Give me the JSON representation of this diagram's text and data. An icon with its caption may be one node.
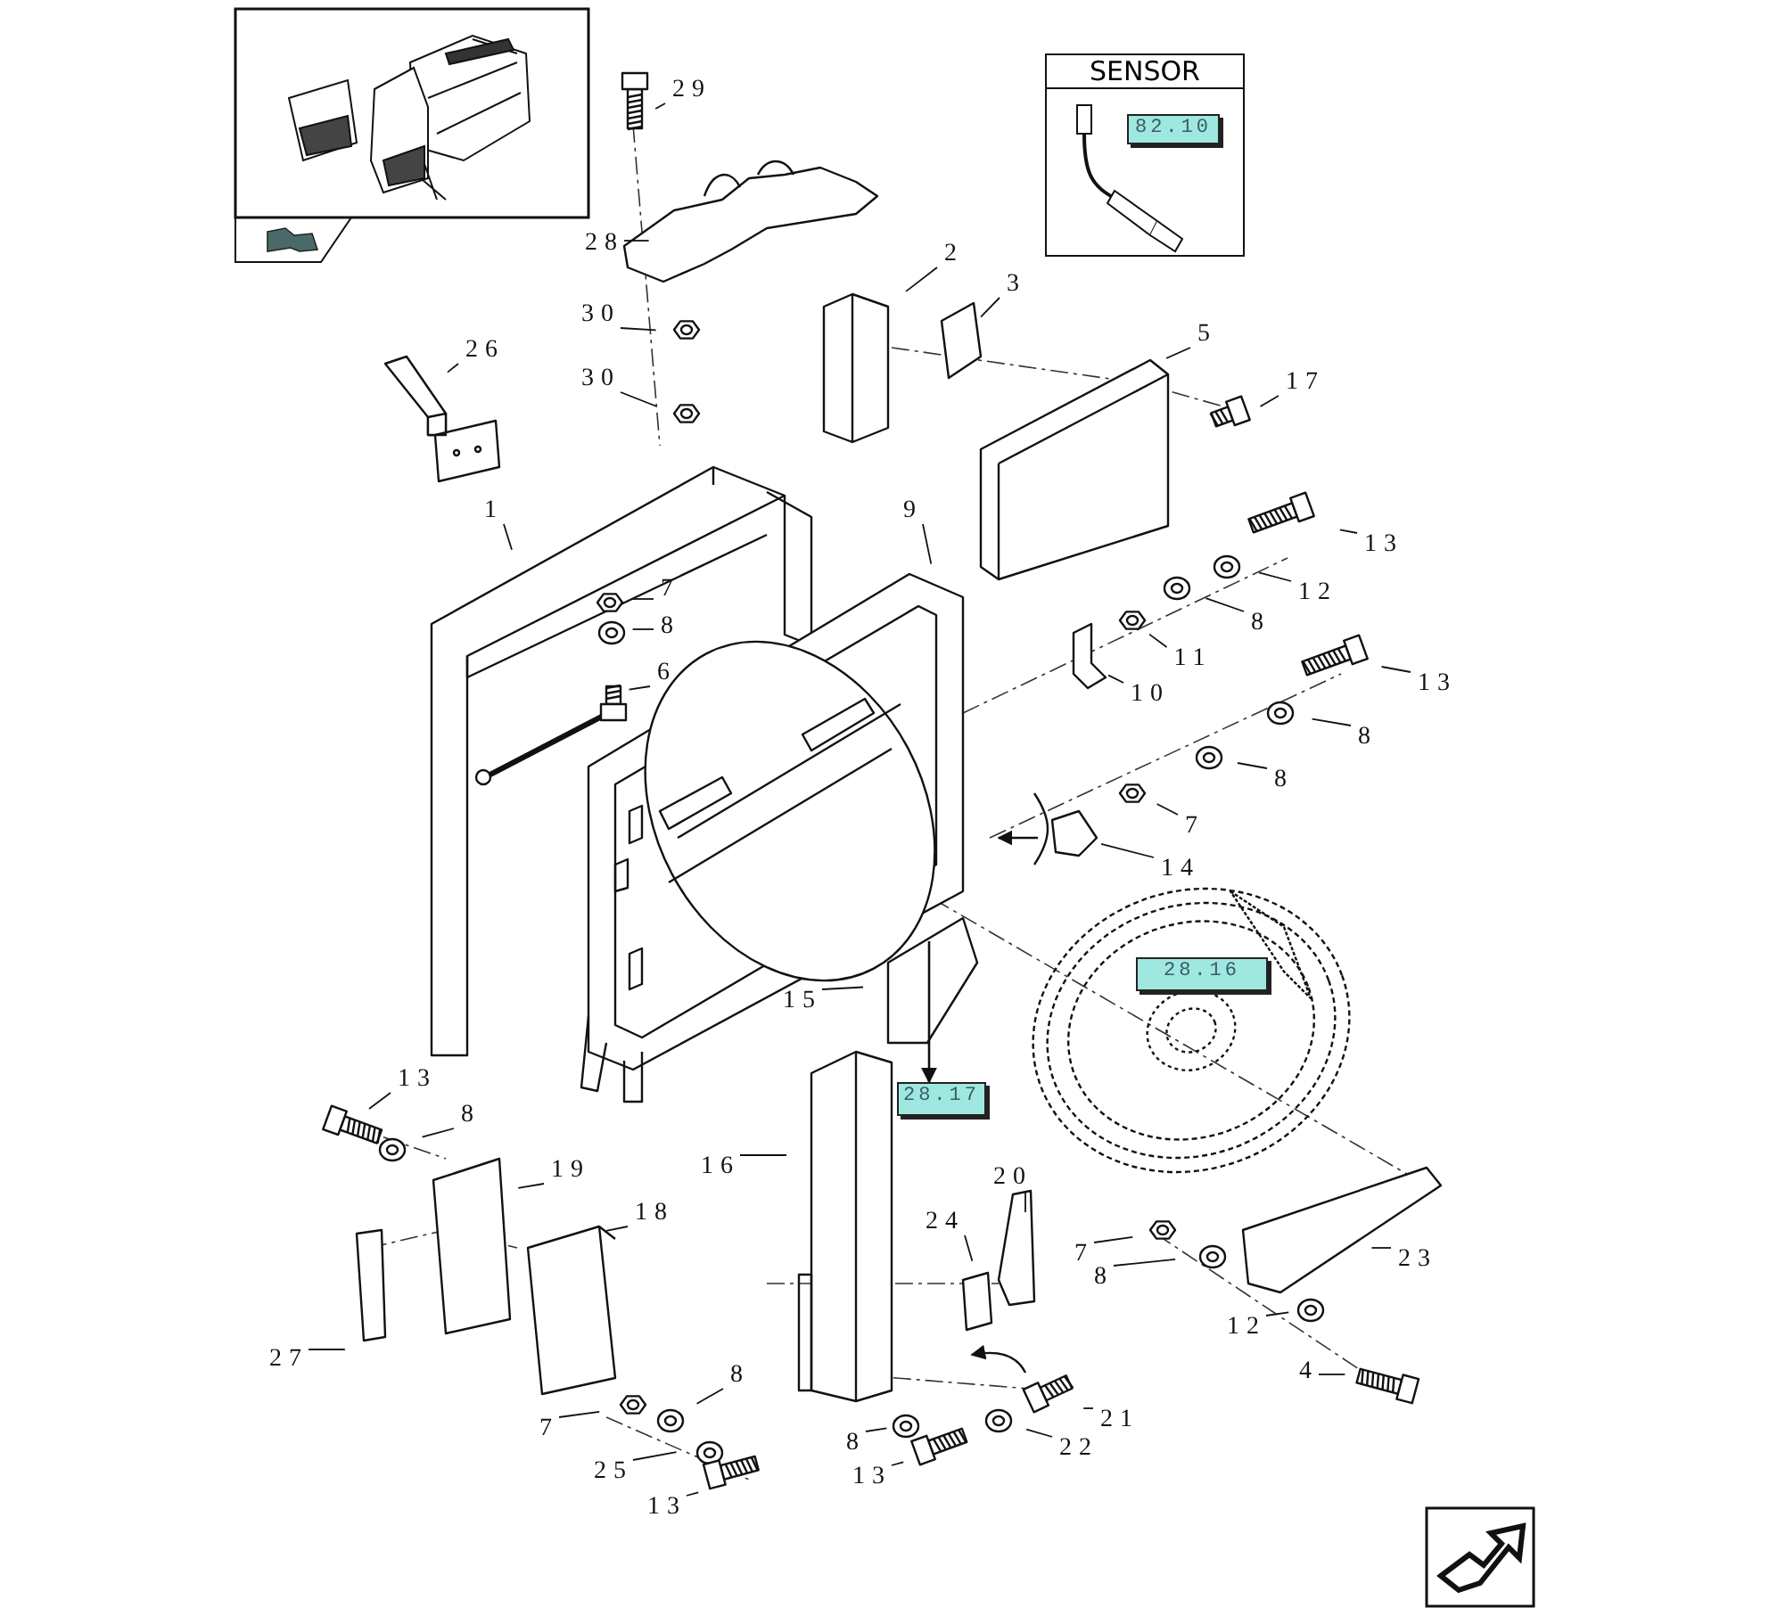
{
  "diagram": {
    "nodes": [
      {
        "text": [
          "SENSOR"
        ]
      },
      {
        "text": [
          "82.10"
        ],
        "in": 0
      },
      {
        "text": [
          "29"
        ]
      },
      {
        "text": [
          "28"
        ]
      },
      {
        "text": [
          "2"
        ]
      },
      {
        "text": [
          "3"
        ]
      },
      {
        "text": [
          "30"
        ]
      },
      {
        "text": [
          "5"
        ]
      },
      {
        "text": [
          "26"
        ]
      },
      {
        "text": [
          "30"
        ]
      },
      {
        "text": [
          "17"
        ]
      },
      {
        "text": [
          "1"
        ]
      },
      {
        "text": [
          "9"
        ]
      },
      {
        "text": [
          "13"
        ]
      },
      {
        "text": [
          "7"
        ]
      },
      {
        "text": [
          "8"
        ]
      },
      {
        "text": [
          "12"
        ]
      },
      {
        "text": [
          "8"
        ]
      },
      {
        "text": [
          "11"
        ]
      },
      {
        "text": [
          "6"
        ]
      },
      {
        "text": [
          "10"
        ]
      },
      {
        "text": [
          "13"
        ]
      },
      {
        "text": [
          "8"
        ]
      },
      {
        "text": [
          "8"
        ]
      },
      {
        "text": [
          "7"
        ]
      },
      {
        "text": [
          "14"
        ]
      },
      {
        "text": [
          "28.16"
        ]
      },
      {
        "text": [
          "15"
        ]
      },
      {
        "text": [
          "28.17"
        ]
      },
      {
        "text": [
          "13"
        ]
      },
      {
        "text": [
          "8"
        ]
      },
      {
        "text": [
          "16"
        ]
      },
      {
        "text": [
          "19"
        ]
      },
      {
        "text": [
          "20"
        ]
      },
      {
        "text": [
          "18"
        ]
      },
      {
        "text": [
          "24"
        ]
      },
      {
        "text": [
          "7"
        ]
      },
      {
        "text": [
          "23"
        ]
      },
      {
        "text": [
          "8"
        ]
      },
      {
        "text": [
          "12"
        ]
      },
      {
        "text": [
          "27"
        ]
      },
      {
        "text": [
          "4"
        ]
      },
      {
        "text": [
          "8"
        ]
      },
      {
        "text": [
          "8"
        ]
      },
      {
        "text": [
          "21"
        ]
      },
      {
        "text": [
          "7"
        ]
      },
      {
        "text": [
          "22"
        ]
      },
      {
        "text": [
          "25"
        ]
      },
      {
        "text": [
          "13"
        ]
      },
      {
        "text": [
          "13"
        ]
      }
    ],
    "edges": [
      {
        "from": 2,
        "to": null,
        "arrow": "none"
      },
      {
        "from": 3,
        "to": null,
        "arrow": "none"
      },
      {
        "from": 4,
        "to": null,
        "arrow": "none"
      },
      {
        "from": 5,
        "to": null,
        "arrow": "none"
      },
      {
        "from": 6,
        "to": null,
        "arrow": "none"
      },
      {
        "from": 7,
        "to": null,
        "arrow": "none"
      },
      {
        "from": 8,
        "to": null,
        "arrow": "none"
      },
      {
        "from": 9,
        "to": null,
        "arrow": "none"
      },
      {
        "from": 10,
        "to": null,
        "arrow": "none"
      },
      {
        "from": 11,
        "to": null,
        "arrow": "none"
      },
      {
        "from": 12,
        "to": null,
        "arrow": "none"
      },
      {
        "from": 13,
        "to": null,
        "arrow": "none"
      },
      {
        "from": 14,
        "to": null,
        "arrow": "none"
      },
      {
        "from": 15,
        "to": null,
        "arrow": "none"
      },
      {
        "from": 16,
        "to": null,
        "arrow": "none"
      },
      {
        "from": 17,
        "to": null,
        "arrow": "none"
      },
      {
        "from": 18,
        "to": null,
        "arrow": "none"
      },
      {
        "from": 19,
        "to": null,
        "arrow": "none"
      },
      {
        "from": 20,
        "to": null,
        "arrow": "none"
      },
      {
        "from": 21,
        "to": null,
        "arrow": "none"
      },
      {
        "from": 22,
        "to": null,
        "arrow": "none"
      },
      {
        "from": 23,
        "to": null,
        "arrow": "none"
      },
      {
        "from": 24,
        "to": null,
        "arrow": "none"
      },
      {
        "from": 25,
        "to": null,
        "arrow": "none"
      },
      {
        "from": 27,
        "to": null,
        "arrow": "none"
      },
      {
        "from": 29,
        "to": null,
        "arrow": "none"
      },
      {
        "from": 30,
        "to": null,
        "arrow": "none"
      },
      {
        "from": 31,
        "to": null,
        "arrow": "none"
      },
      {
        "from": 32,
        "to": null,
        "arrow": "none"
      },
      {
        "from": 33,
        "to": null,
        "arrow": "none"
      },
      {
        "from": 34,
        "to": null,
        "arrow": "none"
      },
      {
        "from": 35,
        "to": null,
        "arrow": "none"
      },
      {
        "from": 36,
        "to": null,
        "arrow": "none"
      },
      {
        "from": 37,
        "to": null,
        "arrow": "none"
      },
      {
        "from": 38,
        "to": null,
        "arrow": "none"
      },
      {
        "from": 39,
        "to": null,
        "arrow": "none"
      },
      {
        "from": 40,
        "to": null,
        "arrow": "none"
      },
      {
        "from": 41,
        "to": null,
        "arrow": "none"
      },
      {
        "from": 42,
        "to": null,
        "arrow": "none"
      },
      {
        "from": 43,
        "to": null,
        "arrow": "none"
      },
      {
        "from": 44,
        "to": null,
        "arrow": "none"
      },
      {
        "from": 45,
        "to": null,
        "arrow": "none"
      },
      {
        "from": 46,
        "to": null,
        "arrow": "none"
      },
      {
        "from": 47,
        "to": null,
        "arrow": "none"
      },
      {
        "from": 48,
        "to": null,
        "arrow": "none"
      },
      {
        "from": 49,
        "to": null,
        "arrow": "none"
      },
      {
        "from": null,
        "to": 28,
        "arrow": "to"
      }
    ]
  }
}
